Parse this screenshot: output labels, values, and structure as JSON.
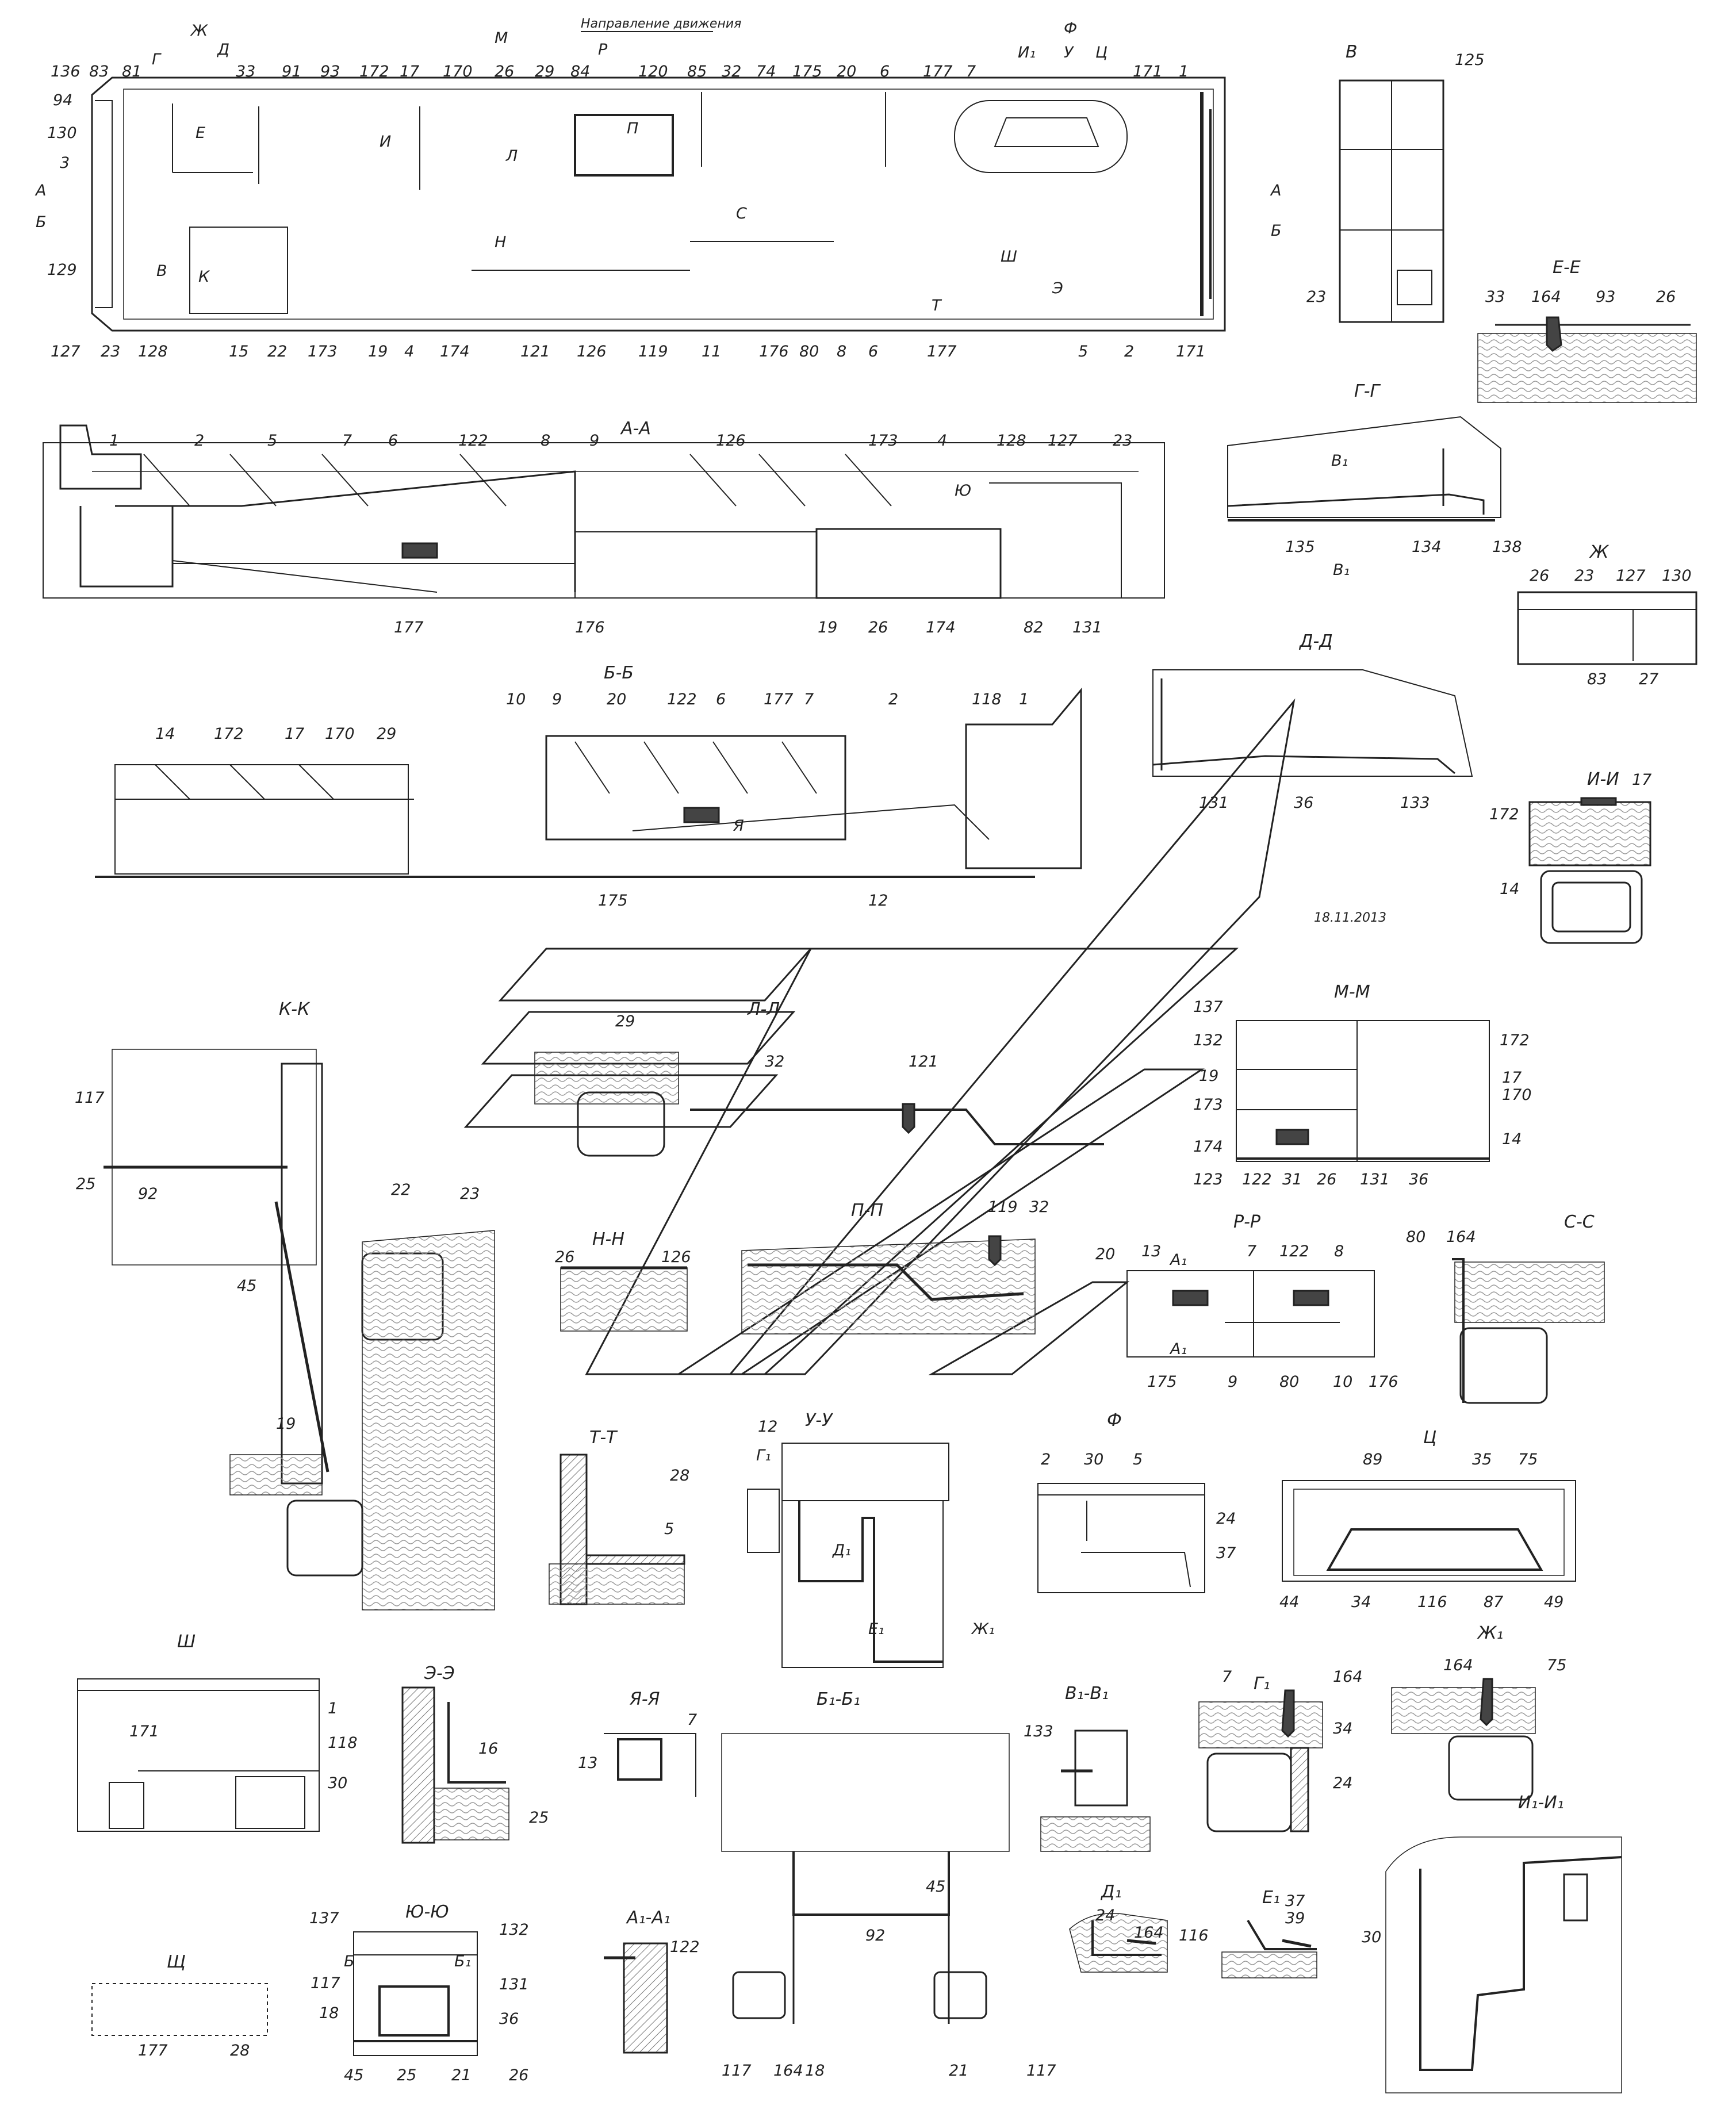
{
  "direction_label": "Направление движения",
  "date_label": "18.11.2013",
  "section_titles": {
    "a_a": "А-А",
    "b_b": "Б-Б",
    "v": "В",
    "g_g": "Г-Г",
    "d_d": "Д-Д",
    "e_e": "Е-Е",
    "zh": "Ж",
    "i_i": "И-И",
    "k_k": "К-К",
    "l_l": "Л-Л",
    "m_m": "М-М",
    "n_n": "Н-Н",
    "p_p": "П-П",
    "r_r": "Р-Р",
    "s_s": "С-С",
    "t_t": "Т-Т",
    "u_u": "У-У",
    "f": "Ф",
    "ts": "Ц",
    "sh": "Ш",
    "e2_e2": "Э-Э",
    "ya_ya": "Я-Я",
    "b1_b1": "Б₁-Б₁",
    "v1_v1": "В₁-В₁",
    "g1": "Г₁",
    "zh1": "Ж₁",
    "shch": "Щ",
    "yu_yu": "Ю-Ю",
    "a1_a1": "А₁-А₁",
    "d1": "Д₁",
    "e1": "Е₁",
    "i1_i1": "И₁-И₁"
  },
  "plan_labels": {
    "top": [
      "136",
      "83",
      "81",
      "33",
      "91",
      "93",
      "172",
      "17",
      "170",
      "26",
      "29",
      "84",
      "120",
      "85",
      "32",
      "74",
      "175",
      "20",
      "6",
      "177",
      "7",
      "171",
      "1"
    ],
    "bottom": [
      "127",
      "23",
      "128",
      "15",
      "22",
      "173",
      "19",
      "4",
      "174",
      "121",
      "126",
      "119",
      "11",
      "176",
      "80",
      "8",
      "6",
      "177",
      "5",
      "2",
      "171"
    ],
    "left": [
      "94",
      "130",
      "3",
      "129"
    ],
    "cut_marks": [
      "Г",
      "Ж",
      "Д",
      "М",
      "Р",
      "Ф",
      "И₁",
      "У",
      "Ц",
      "Е",
      "И",
      "Л",
      "П",
      "С",
      "К",
      "В",
      "А",
      "Б",
      "Н",
      "Ш",
      "Т",
      "Э"
    ]
  },
  "section_labels": {
    "a_a": [
      "1",
      "2",
      "5",
      "7",
      "6",
      "122",
      "8",
      "9",
      "126",
      "173",
      "4",
      "128",
      "127",
      "23",
      "Ю",
      "177",
      "176",
      "19",
      "26",
      "174",
      "82",
      "131"
    ],
    "b_b": [
      "14",
      "172",
      "17",
      "170",
      "29",
      "10",
      "9",
      "20",
      "122",
      "6",
      "177",
      "7",
      "2",
      "118",
      "1",
      "Я",
      "175",
      "12"
    ],
    "v": [
      "125",
      "23"
    ],
    "g_g": [
      "В₁",
      "135",
      "134",
      "138"
    ],
    "d_d": [
      "131",
      "36",
      "133"
    ],
    "e_e": [
      "33",
      "164",
      "93",
      "26"
    ],
    "zh": [
      "26",
      "23",
      "127",
      "130",
      "83",
      "27"
    ],
    "i_i": [
      "172",
      "17",
      "14"
    ],
    "k_k": [
      "117",
      "25",
      "92",
      "22",
      "23",
      "45",
      "19"
    ],
    "l_l": [
      "29",
      "32",
      "121"
    ],
    "m_m": [
      "137",
      "132",
      "19",
      "173",
      "174",
      "172",
      "17",
      "170",
      "14",
      "123",
      "122",
      "31",
      "26",
      "131",
      "36"
    ],
    "n_n": [
      "26",
      "126"
    ],
    "p_p": [
      "119",
      "32",
      "20"
    ],
    "r_r": [
      "13",
      "А₁",
      "7",
      "122",
      "8",
      "175",
      "9",
      "80",
      "10",
      "176"
    ],
    "s_s": [
      "80",
      "164"
    ],
    "t_t": [
      "28",
      "5"
    ],
    "u_u": [
      "12",
      "Г₁",
      "Д₁",
      "Е₁",
      "Ж₁"
    ],
    "f": [
      "2",
      "30",
      "5",
      "24",
      "37"
    ],
    "ts": [
      "89",
      "35",
      "75",
      "44",
      "34",
      "116",
      "87",
      "49"
    ],
    "sh": [
      "171",
      "1",
      "118",
      "30"
    ],
    "e2_e2": [
      "16",
      "25"
    ],
    "ya_ya": [
      "7",
      "13"
    ],
    "b1_b1": [
      "45",
      "92",
      "117",
      "164",
      "18",
      "21",
      "117"
    ],
    "v1_v1": [
      "133"
    ],
    "g1": [
      "7",
      "164",
      "34",
      "24"
    ],
    "zh1": [
      "164",
      "75"
    ],
    "shch": [
      "177",
      "28"
    ],
    "yu_yu": [
      "137",
      "132",
      "117",
      "Б",
      "Б₁",
      "18",
      "131",
      "36",
      "45",
      "25",
      "21",
      "26"
    ],
    "a1_a1": [
      "122"
    ],
    "d1": [
      "24",
      "164",
      "116"
    ],
    "e1": [
      "37",
      "39"
    ],
    "i1_i1": [
      "30"
    ]
  }
}
